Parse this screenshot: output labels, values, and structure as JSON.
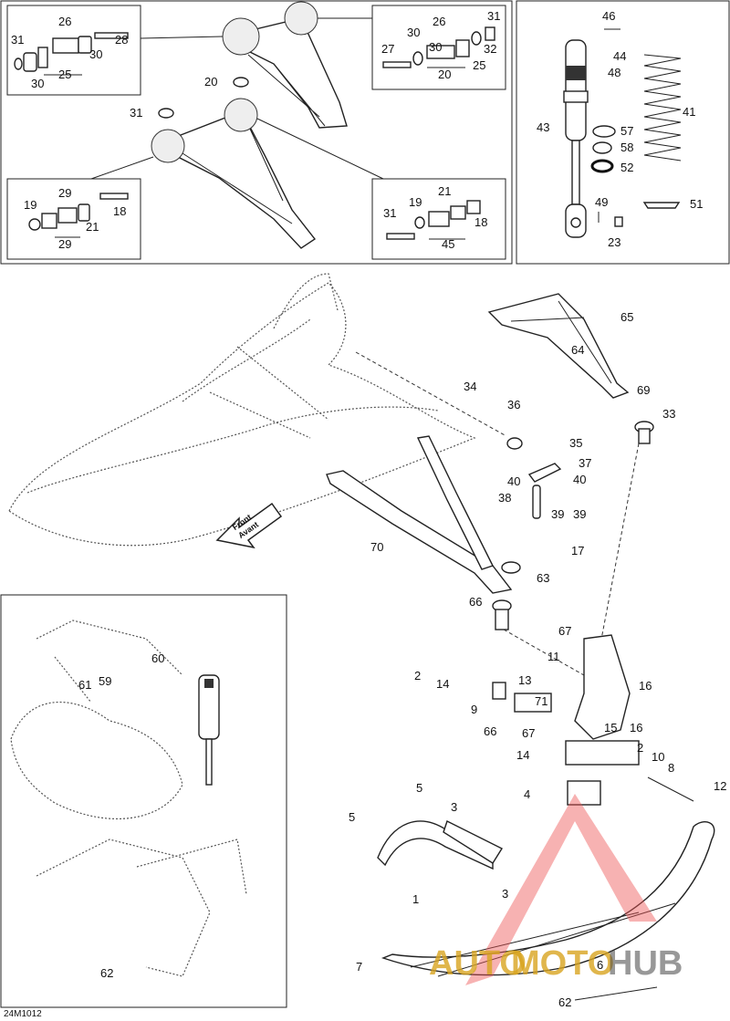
{
  "diagram_code": "24M1012",
  "front_badge": {
    "line1": "Front",
    "line2": "Avant"
  },
  "watermark": {
    "brand_a": "AUTO",
    "brand_b": "MOTO",
    "brand_c": "HUB"
  },
  "callouts": [
    "26",
    "28",
    "31",
    "30",
    "30",
    "25",
    "26",
    "30",
    "27",
    "30",
    "31",
    "32",
    "25",
    "20",
    "20",
    "31",
    "19",
    "29",
    "21",
    "18",
    "29",
    "19",
    "21",
    "31",
    "18",
    "45",
    "46",
    "44",
    "48",
    "41",
    "43",
    "57",
    "58",
    "52",
    "49",
    "51",
    "23",
    "65",
    "64",
    "69",
    "33",
    "34",
    "36",
    "35",
    "37",
    "40",
    "40",
    "38",
    "39",
    "39",
    "17",
    "70",
    "63",
    "66",
    "67",
    "11",
    "2",
    "14",
    "13",
    "16",
    "9",
    "71",
    "66",
    "67",
    "14",
    "15",
    "16",
    "2",
    "10",
    "8",
    "12",
    "4",
    "5",
    "3",
    "5",
    "3",
    "1",
    "7",
    "6",
    "62",
    "60",
    "61",
    "59",
    "62"
  ]
}
